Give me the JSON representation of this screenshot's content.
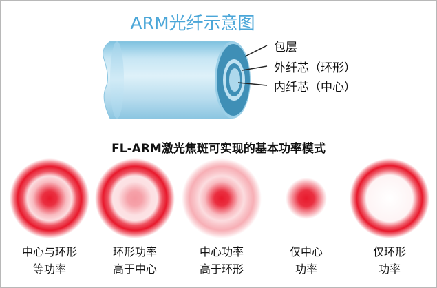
{
  "title": "ARM光纤示意图",
  "fiber_labels": {
    "cladding": "包层",
    "outer_core": "外纤芯（环形）",
    "inner_core": "内纤芯（中心）"
  },
  "modes_title": "FL-ARM激光焦斑可实现的基本功率模式",
  "modes": [
    {
      "line1": "中心与环形",
      "line2": "等功率",
      "center": 1.0,
      "ring": 1.0
    },
    {
      "line1": "环形功率",
      "line2": "高于中心",
      "center": 0.45,
      "ring": 1.0
    },
    {
      "line1": "中心功率",
      "line2": "高于环形",
      "center": 1.0,
      "ring": 0.35
    },
    {
      "line1": "仅中心",
      "line2": "功率",
      "center": 1.0,
      "ring": 0.0
    },
    {
      "line1": "仅环形",
      "line2": "功率",
      "center": 0.0,
      "ring": 1.0
    }
  ],
  "colors": {
    "laser_red": "#e8192c",
    "fiber_light": "#aed8ec",
    "fiber_dark": "#3f8fb6",
    "title_blue": "#4aa6d8"
  }
}
